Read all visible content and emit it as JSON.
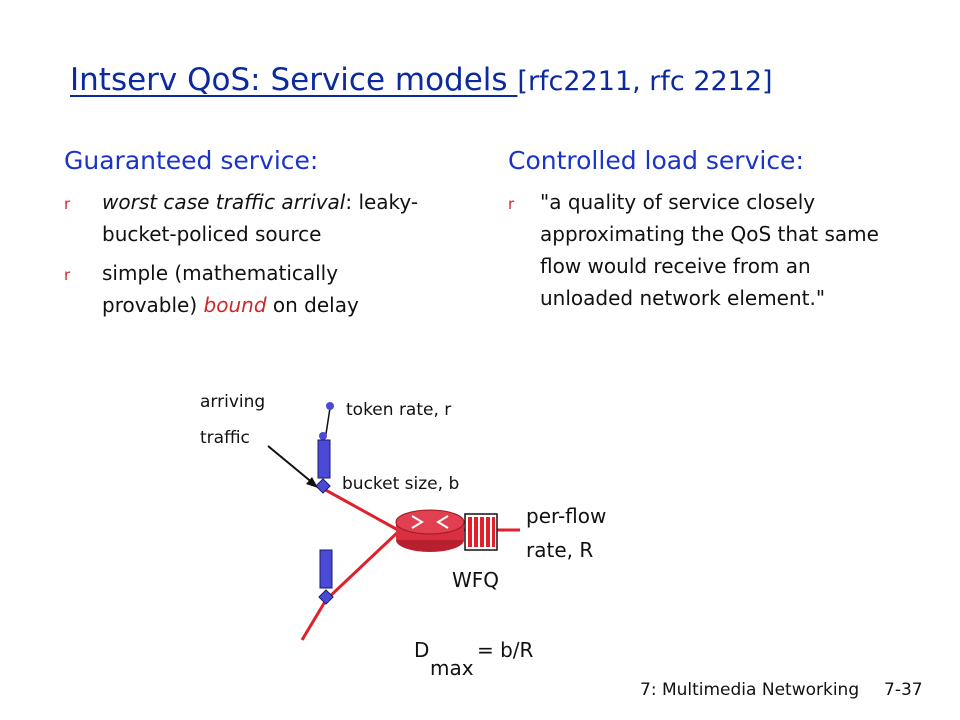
{
  "title": {
    "main": "Intserv QoS: Service models ",
    "ref": "[rfc2211, rfc 2212]"
  },
  "left": {
    "heading": "Guaranteed service:",
    "bullet_glyph": "r",
    "bullet1_italic": "worst case traffic arrival",
    "bullet1_rest": ": leaky-bucket-policed source",
    "bullet2_pre": "simple (mathematically provable) ",
    "bullet2_red": "bound",
    "bullet2_post": " on delay"
  },
  "right": {
    "heading": "Controlled load service:",
    "bullet_glyph": "r",
    "bullet1": "\"a quality of service closely approximating the QoS that same flow would receive from an unloaded network element.\""
  },
  "diagram": {
    "arriving": "arriving",
    "traffic": "traffic",
    "token_rate": "token rate, r",
    "bucket_size": "bucket size, b",
    "per_flow": "per-flow",
    "rate": "rate, R",
    "wfq": "WFQ",
    "d": "D",
    "max": "max",
    "equation": "= b/R",
    "colors": {
      "line": "#e0202a",
      "token": "#4a4ad6",
      "router": "#d83040"
    }
  },
  "footer": {
    "chapter": "7: Multimedia Networking",
    "page": "7-37"
  }
}
